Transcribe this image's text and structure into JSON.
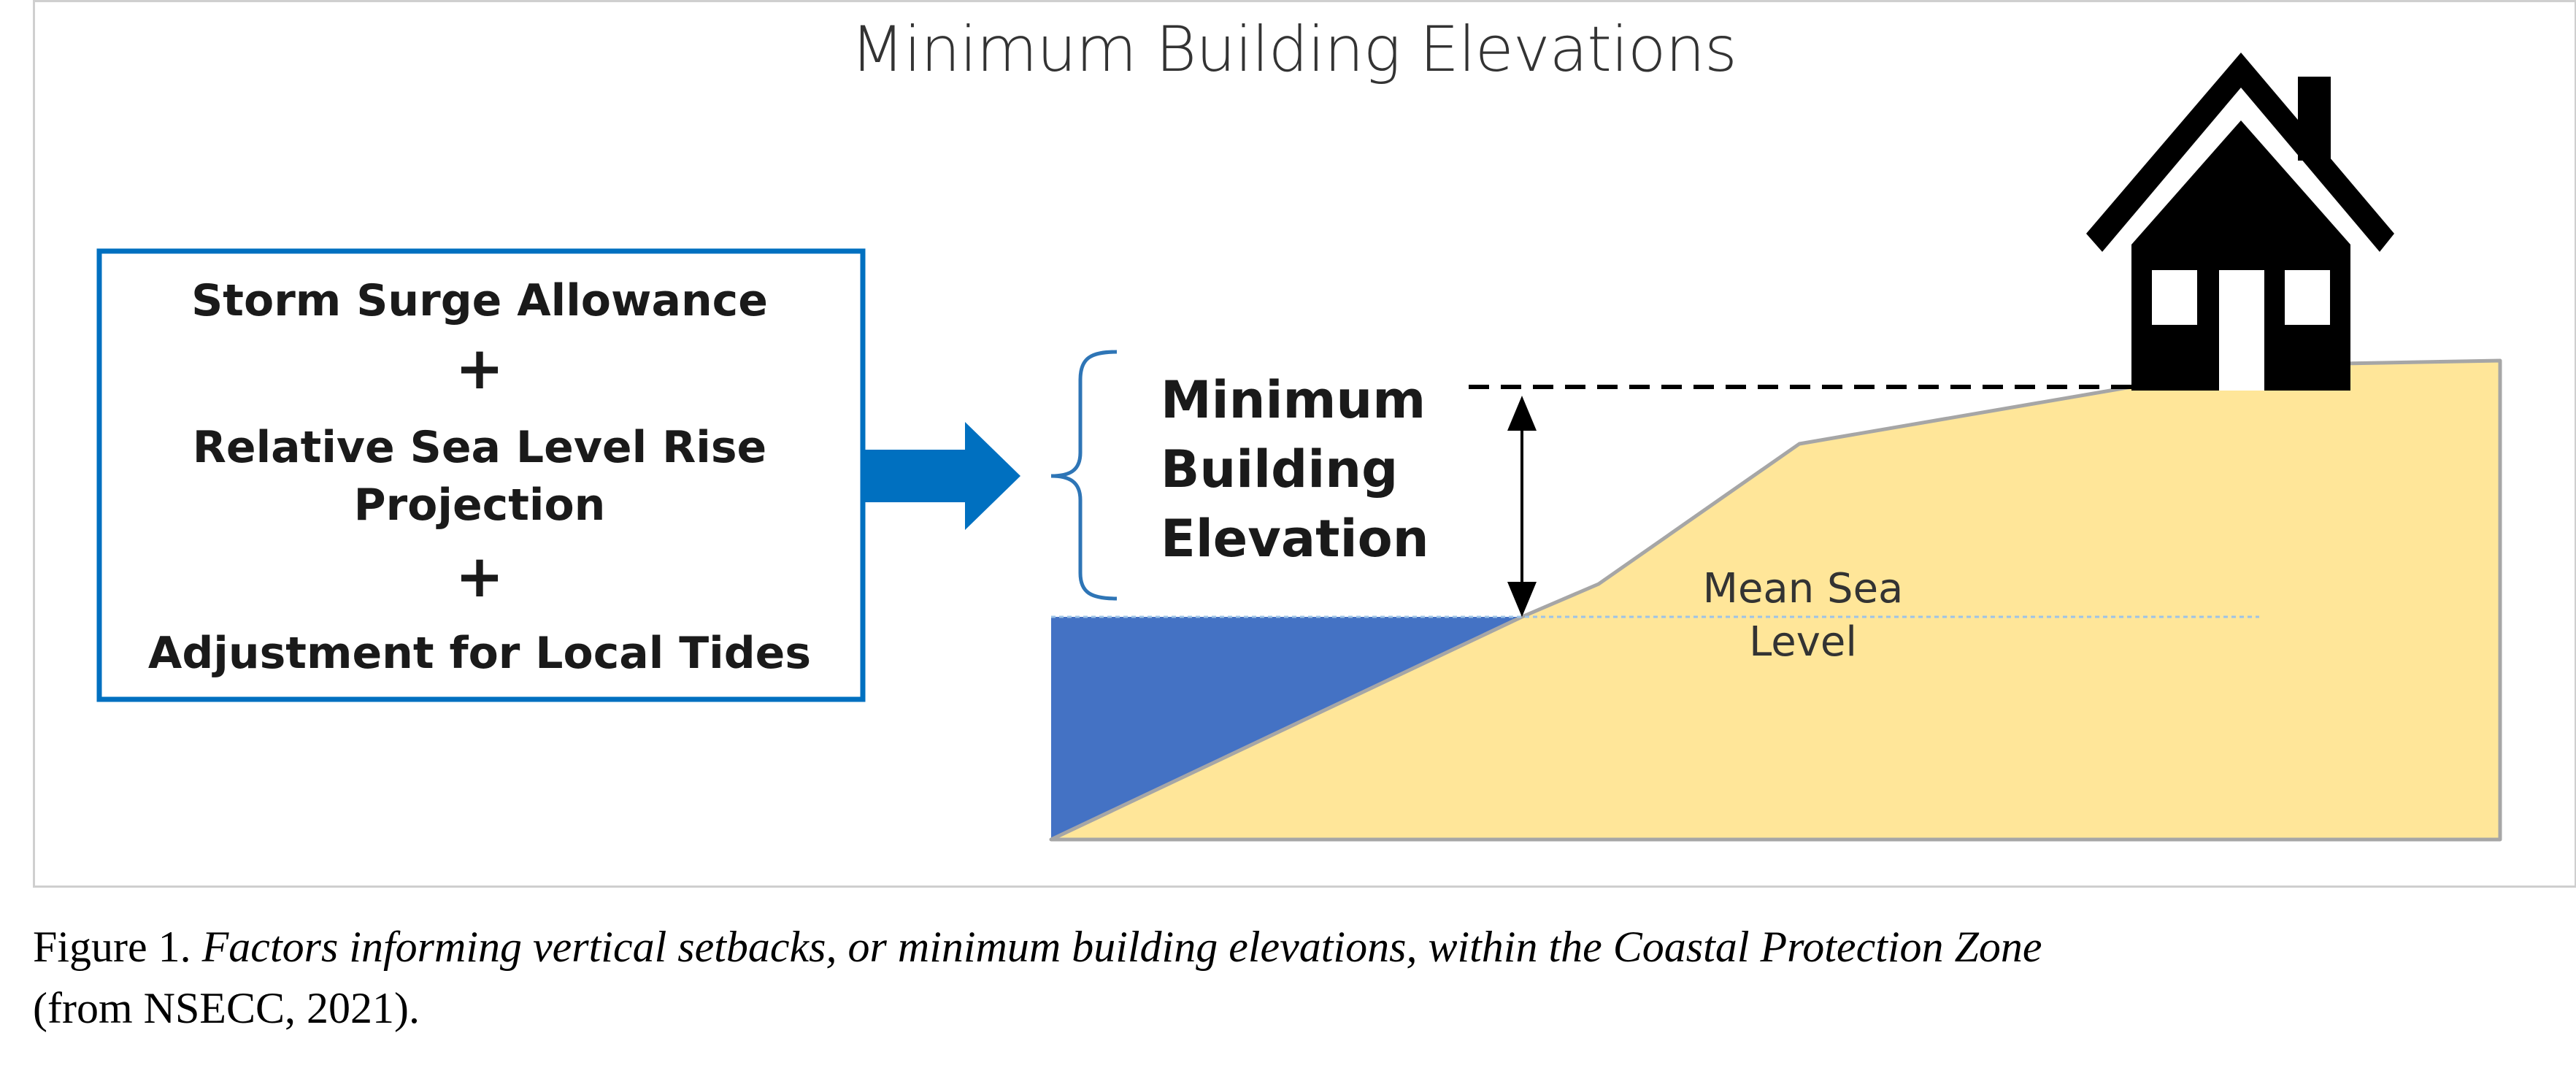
{
  "diagram": {
    "title": "Minimum Building Elevations",
    "factors_box": {
      "line1": "Storm Surge Allowance",
      "plus1": "+",
      "line2a": "Relative Sea Level Rise",
      "line2b": "Projection",
      "plus2": "+",
      "line3": "Adjustment for Local Tides"
    },
    "elevation_label": {
      "line1": "Minimum",
      "line2": "Building",
      "line3": "Elevation"
    },
    "sea_level_label": {
      "line1": "Mean Sea",
      "line2": "Level"
    },
    "colors": {
      "box_border": "#0070c0",
      "arrow": "#0070c0",
      "water": "#4472c4",
      "land": "#ffe699",
      "land_edge": "#a6a6a6",
      "house": "#000000"
    },
    "icons": [
      "house-icon",
      "right-arrow-icon",
      "brace-icon",
      "double-arrow-icon"
    ]
  },
  "caption": {
    "prefix": "Figure 1. ",
    "italic": "Factors informing vertical setbacks, or minimum building elevations, within the Coastal Protection Zone",
    "suffix": "(from NSECC, 2021)."
  }
}
